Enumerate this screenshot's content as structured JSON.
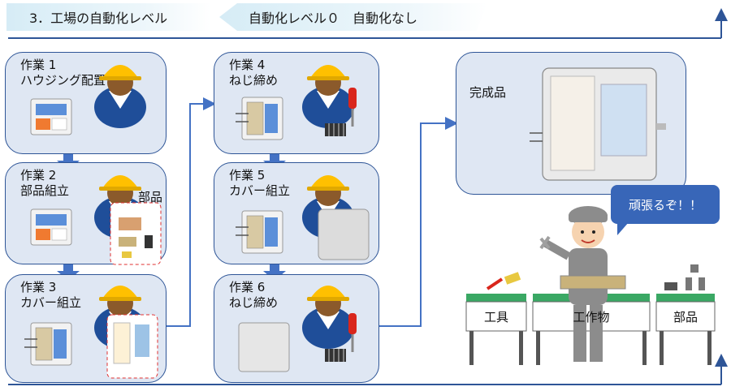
{
  "header": {
    "section_title": "3．工場の自動化レベル",
    "level_title": "自動化レベル０　自動化なし"
  },
  "steps": [
    {
      "title": "作業 1\nハウジング配置"
    },
    {
      "title": "作業 2\n部品組立"
    },
    {
      "title": "作業 3\nカバー組立"
    },
    {
      "title": "作業 4\nねじ締め"
    },
    {
      "title": "作業 5\nカバー組立"
    },
    {
      "title": "作業 6\nねじ締め"
    }
  ],
  "parts_label": "部品",
  "finished": {
    "title": "完成品"
  },
  "worker_speech": "頑張るぞ！！",
  "benches": {
    "tools": "工具",
    "workpiece": "工作物",
    "parts": "部品"
  },
  "colors": {
    "accent": "#2e5597",
    "box_fill": "#dfe7f3",
    "helmet": "#ffc000",
    "worker": "#1f4e99"
  }
}
